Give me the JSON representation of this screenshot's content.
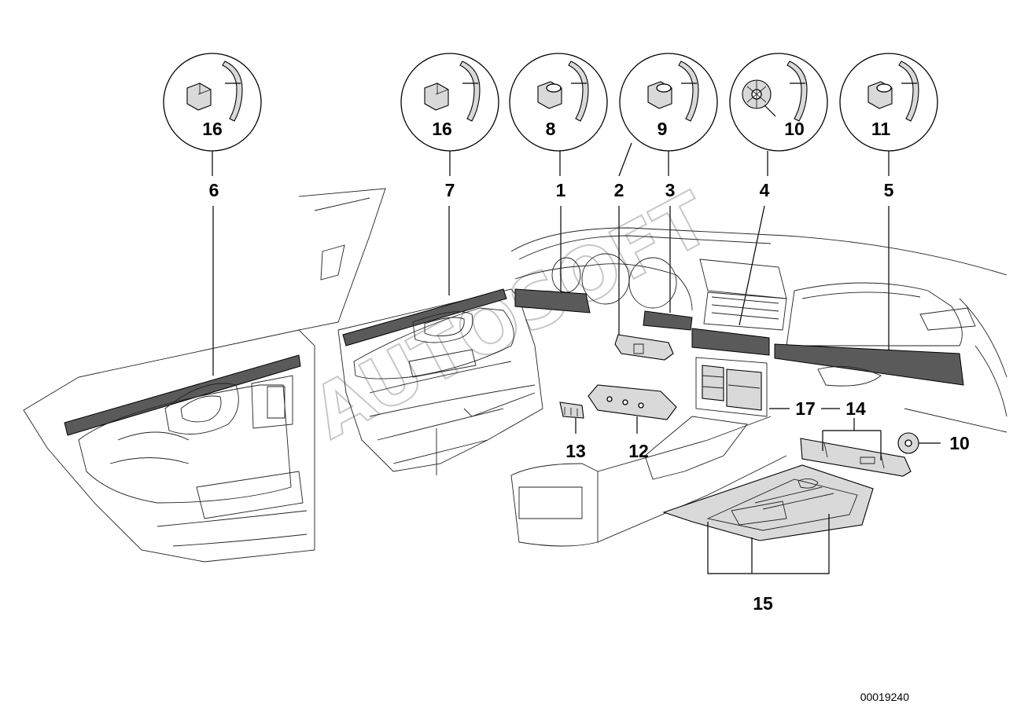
{
  "diagram": {
    "reference_code": "00019240",
    "watermark": "AUTOSOFT",
    "detail_circles": [
      {
        "id": "c6",
        "clip_label": "16",
        "callout": "6"
      },
      {
        "id": "c7",
        "clip_label": "16",
        "callout": "7"
      },
      {
        "id": "c1",
        "clip_label": "8",
        "callout": "1"
      },
      {
        "id": "c23",
        "clip_label": "9",
        "callout": "2"
      },
      {
        "id": "c4",
        "clip_label": "10",
        "callout": "4"
      },
      {
        "id": "c5",
        "clip_label": "11",
        "callout": "5"
      }
    ],
    "callouts": {
      "n1": "1",
      "n2": "2",
      "n3": "3",
      "n4": "4",
      "n5": "5",
      "n6": "6",
      "n7": "7",
      "n10": "10",
      "n12": "12",
      "n13": "13",
      "n14": "14",
      "n15": "15",
      "n17": "17"
    }
  }
}
